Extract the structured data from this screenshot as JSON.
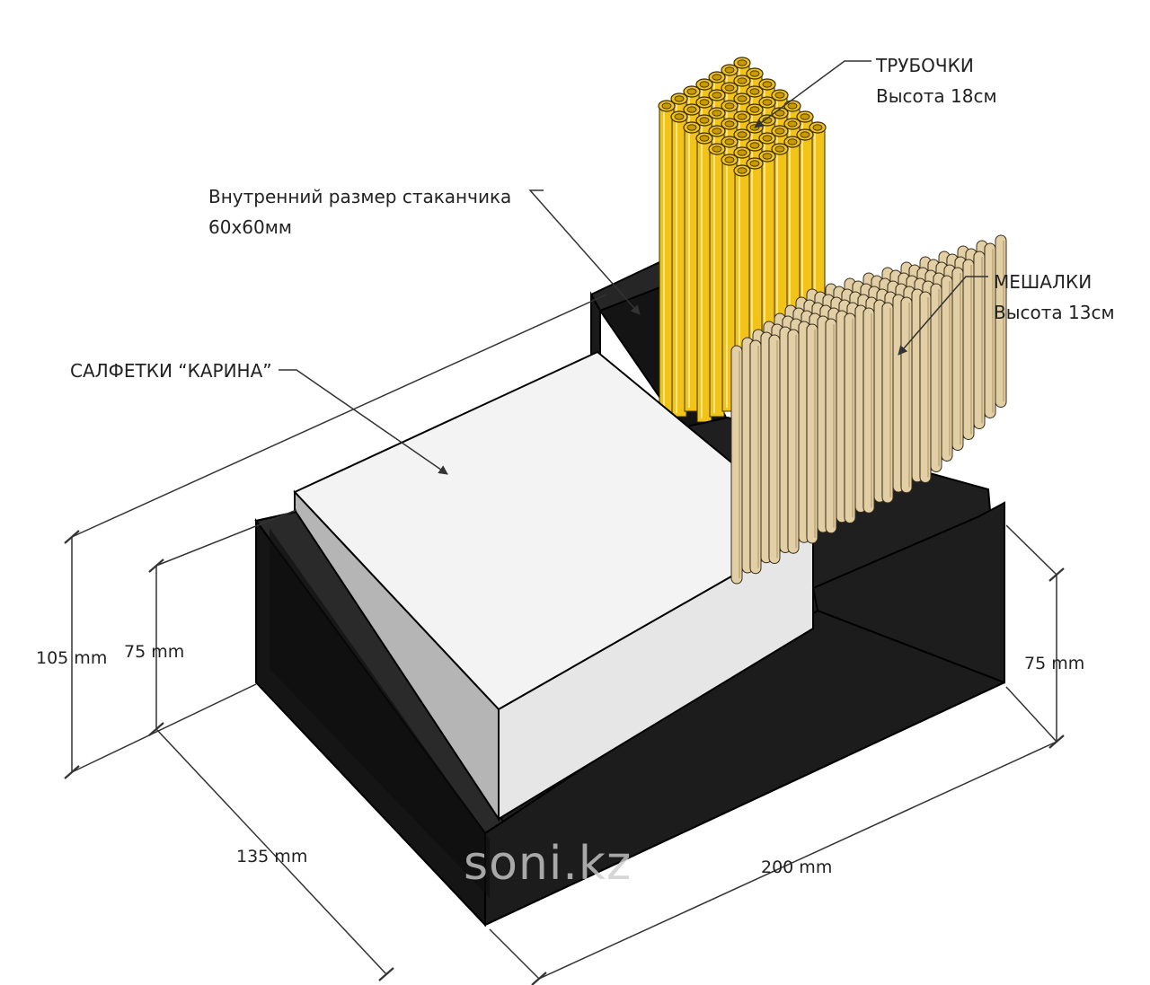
{
  "labels": {
    "straws": {
      "title": "ТРУБОЧКИ",
      "sub": "Высота 18см"
    },
    "cup": {
      "title": "Внутренний размер стаканчика",
      "sub": "60х60мм"
    },
    "stirrers": {
      "title": "МЕШАЛКИ",
      "sub": "Высота 13см"
    },
    "napkins": {
      "title": "САЛФЕТКИ “КАРИНА”"
    }
  },
  "dimensions": {
    "total_height": "105 mm",
    "front_height": "75 mm",
    "right_height": "75 mm",
    "depth": "135 mm",
    "width": "200 mm"
  },
  "watermark": "soni.kz",
  "colors": {
    "box": "#1e1e1e",
    "straw": "#f2c419",
    "stirrer": "#e2cfa6",
    "napkin": "#f3f3f3"
  }
}
